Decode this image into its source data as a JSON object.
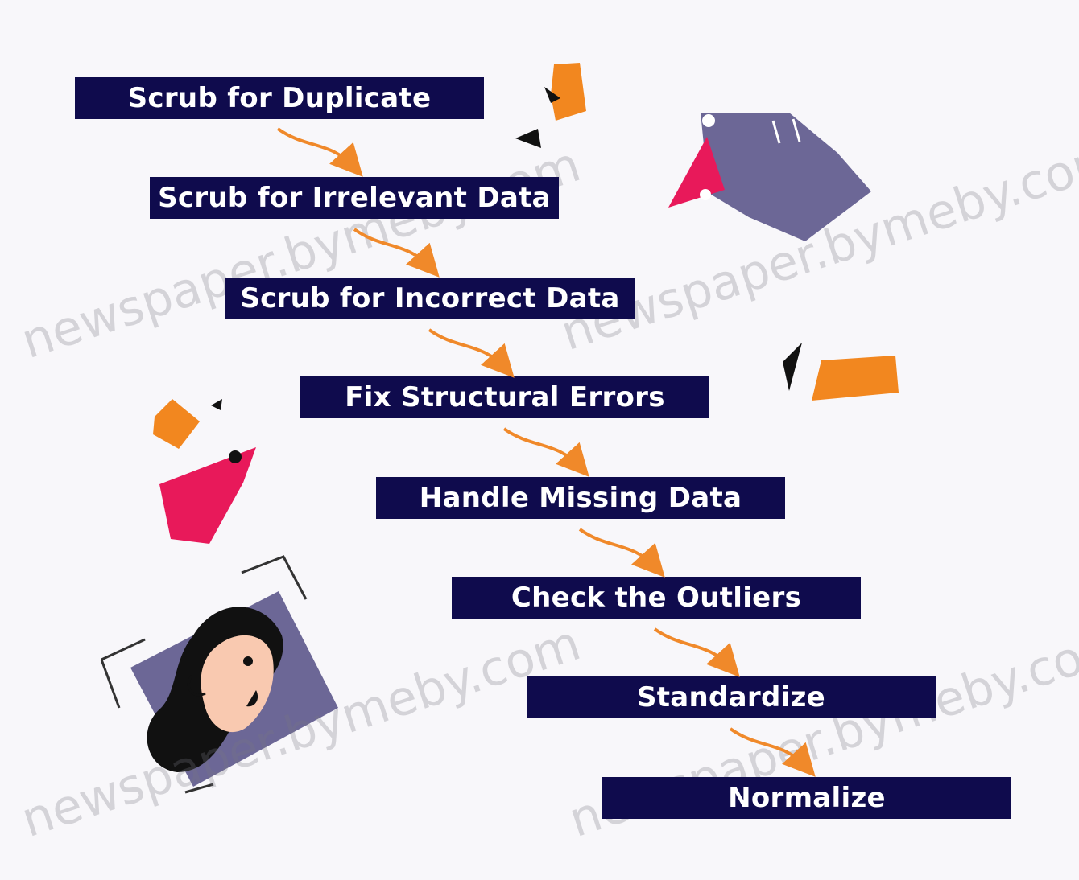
{
  "steps": [
    {
      "label": "Scrub for Duplicate"
    },
    {
      "label": "Scrub for Irrelevant Data"
    },
    {
      "label": "Scrub for Incorrect Data"
    },
    {
      "label": "Fix Structural Errors"
    },
    {
      "label": "Handle Missing Data"
    },
    {
      "label": "Check the Outliers"
    },
    {
      "label": "Standardize"
    },
    {
      "label": "Normalize"
    }
  ],
  "watermarks": [
    {
      "text": "newspaper.bymeby.com"
    },
    {
      "text": "newspaper.bymeby.com"
    },
    {
      "text": "newspaper.bymeby.com"
    },
    {
      "text": "newspaper.bymeby.com"
    }
  ],
  "colors": {
    "step_fill": "#0f0b4d",
    "step_text": "#ffffff",
    "arrow": "#f0892a",
    "accent_orange": "#f2871f",
    "accent_pink": "#e8195a",
    "accent_purple": "#6c6796"
  },
  "icons": [
    "hand-holding-cone-icon",
    "woman-in-frame-icon",
    "orange-shape-icon",
    "pink-cone-icon"
  ]
}
